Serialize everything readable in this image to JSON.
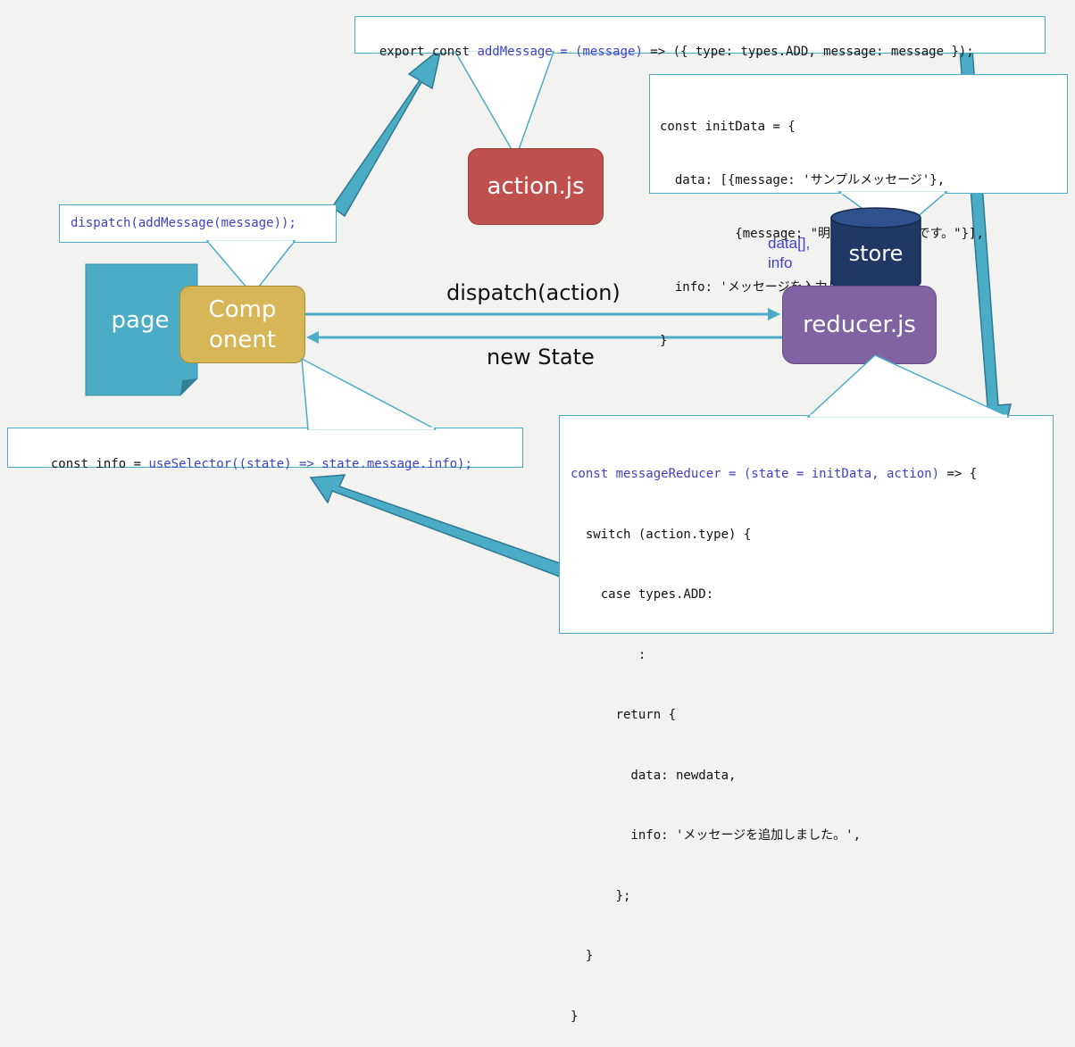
{
  "nodes": {
    "page": "page",
    "component_line1": "Comp",
    "component_line2": "onent",
    "action": "action.js",
    "reducer": "reducer.js",
    "store": "store",
    "store_label_1": "data[],",
    "store_label_2": "info"
  },
  "edges": {
    "dispatch": "dispatch(action)",
    "new_state": "new State"
  },
  "callouts": {
    "export": {
      "part1": "export const ",
      "part2": "addMessage = (message)",
      "part3": " => ({ type: types.ADD, message: message });"
    },
    "initdata": [
      "const initData = {",
      "  data: [{message: 'サンプルメッセージ'},",
      "          {message: \"明日の天気は晴れです。\"}],",
      "  info: 'メッセージを入力してください。',",
      "}"
    ],
    "dispatch_code": "dispatch(addMessage(message));",
    "selector": {
      "part1": "const info = ",
      "part2": "useSelector((state) => state.message.info);"
    },
    "reducer": {
      "line1_blue": "const messageReducer = (state = initData, action)",
      "line1_rest": " => {",
      "lines": [
        "  switch (action.type) {",
        "    case types.ADD:",
        "         :",
        "      return {",
        "        data: newdata,",
        "        info: 'メッセージを追加しました。',",
        "      };",
        "  }",
        "}"
      ]
    }
  }
}
